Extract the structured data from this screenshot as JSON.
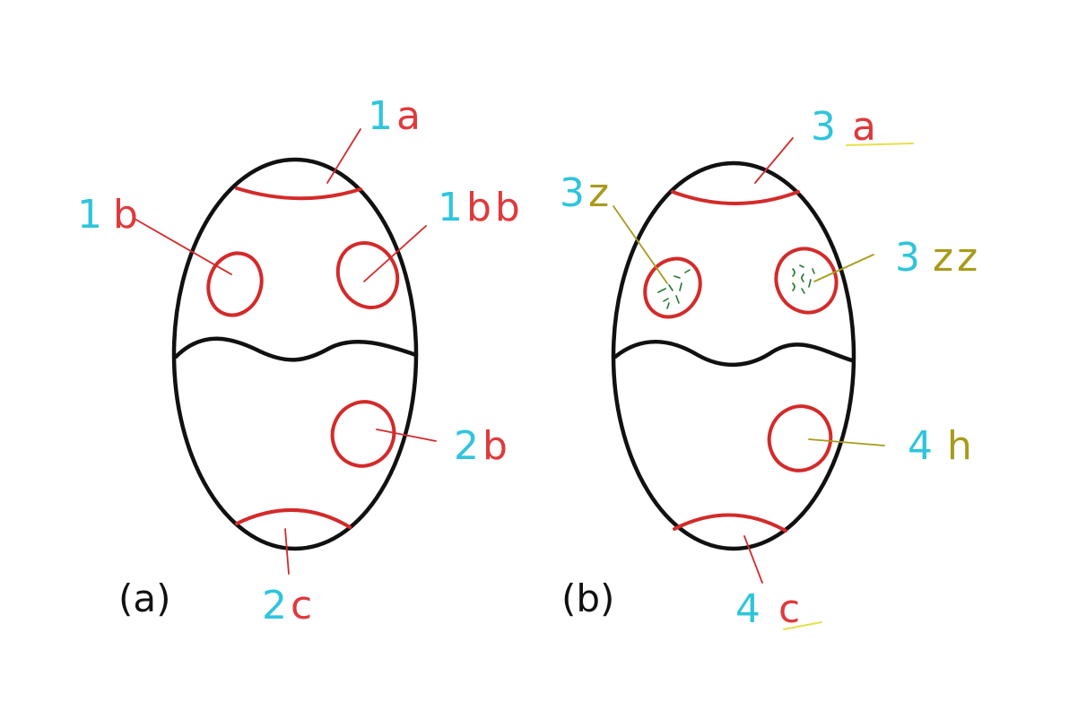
{
  "colors": {
    "outline": "#111111",
    "pattern": "#d42a2a",
    "speckle": "#1f7a2e",
    "number": "#2ec5dc",
    "letter_red": "#e0393c",
    "letter_olive": "#a89b1a",
    "underline": "#e6e04a",
    "leader_red": "#d42a2a",
    "leader_olive": "#a89b1a"
  },
  "panels": [
    {
      "caption": "(a)",
      "labels": [
        {
          "id": "1a",
          "number": "1",
          "letter": "a",
          "letter_color": "letter_red",
          "target": "top-band"
        },
        {
          "id": "1b",
          "number": "1",
          "letter": "b",
          "letter_color": "letter_red",
          "target": "upper-left-spot"
        },
        {
          "id": "1bb",
          "number": "1",
          "letter": "bb",
          "letter_color": "letter_red",
          "target": "upper-right-spot"
        },
        {
          "id": "2b",
          "number": "2",
          "letter": "b",
          "letter_color": "letter_red",
          "target": "lower-spot"
        },
        {
          "id": "2c",
          "number": "2",
          "letter": "c",
          "letter_color": "letter_red",
          "target": "bottom-band"
        }
      ]
    },
    {
      "caption": "(b)",
      "labels": [
        {
          "id": "3a",
          "number": "3",
          "letter": "a",
          "letter_color": "letter_red",
          "target": "top-band",
          "underlined": true
        },
        {
          "id": "3z",
          "number": "3",
          "letter": "z",
          "letter_color": "letter_olive",
          "target": "upper-left-spot"
        },
        {
          "id": "3zz",
          "number": "3",
          "letter": "zz",
          "letter_color": "letter_olive",
          "target": "upper-right-spot"
        },
        {
          "id": "4h",
          "number": "4",
          "letter": "h",
          "letter_color": "letter_olive",
          "target": "lower-spot"
        },
        {
          "id": "4c",
          "number": "4",
          "letter": "c",
          "letter_color": "letter_red",
          "target": "bottom-band",
          "underlined": true
        }
      ]
    }
  ]
}
